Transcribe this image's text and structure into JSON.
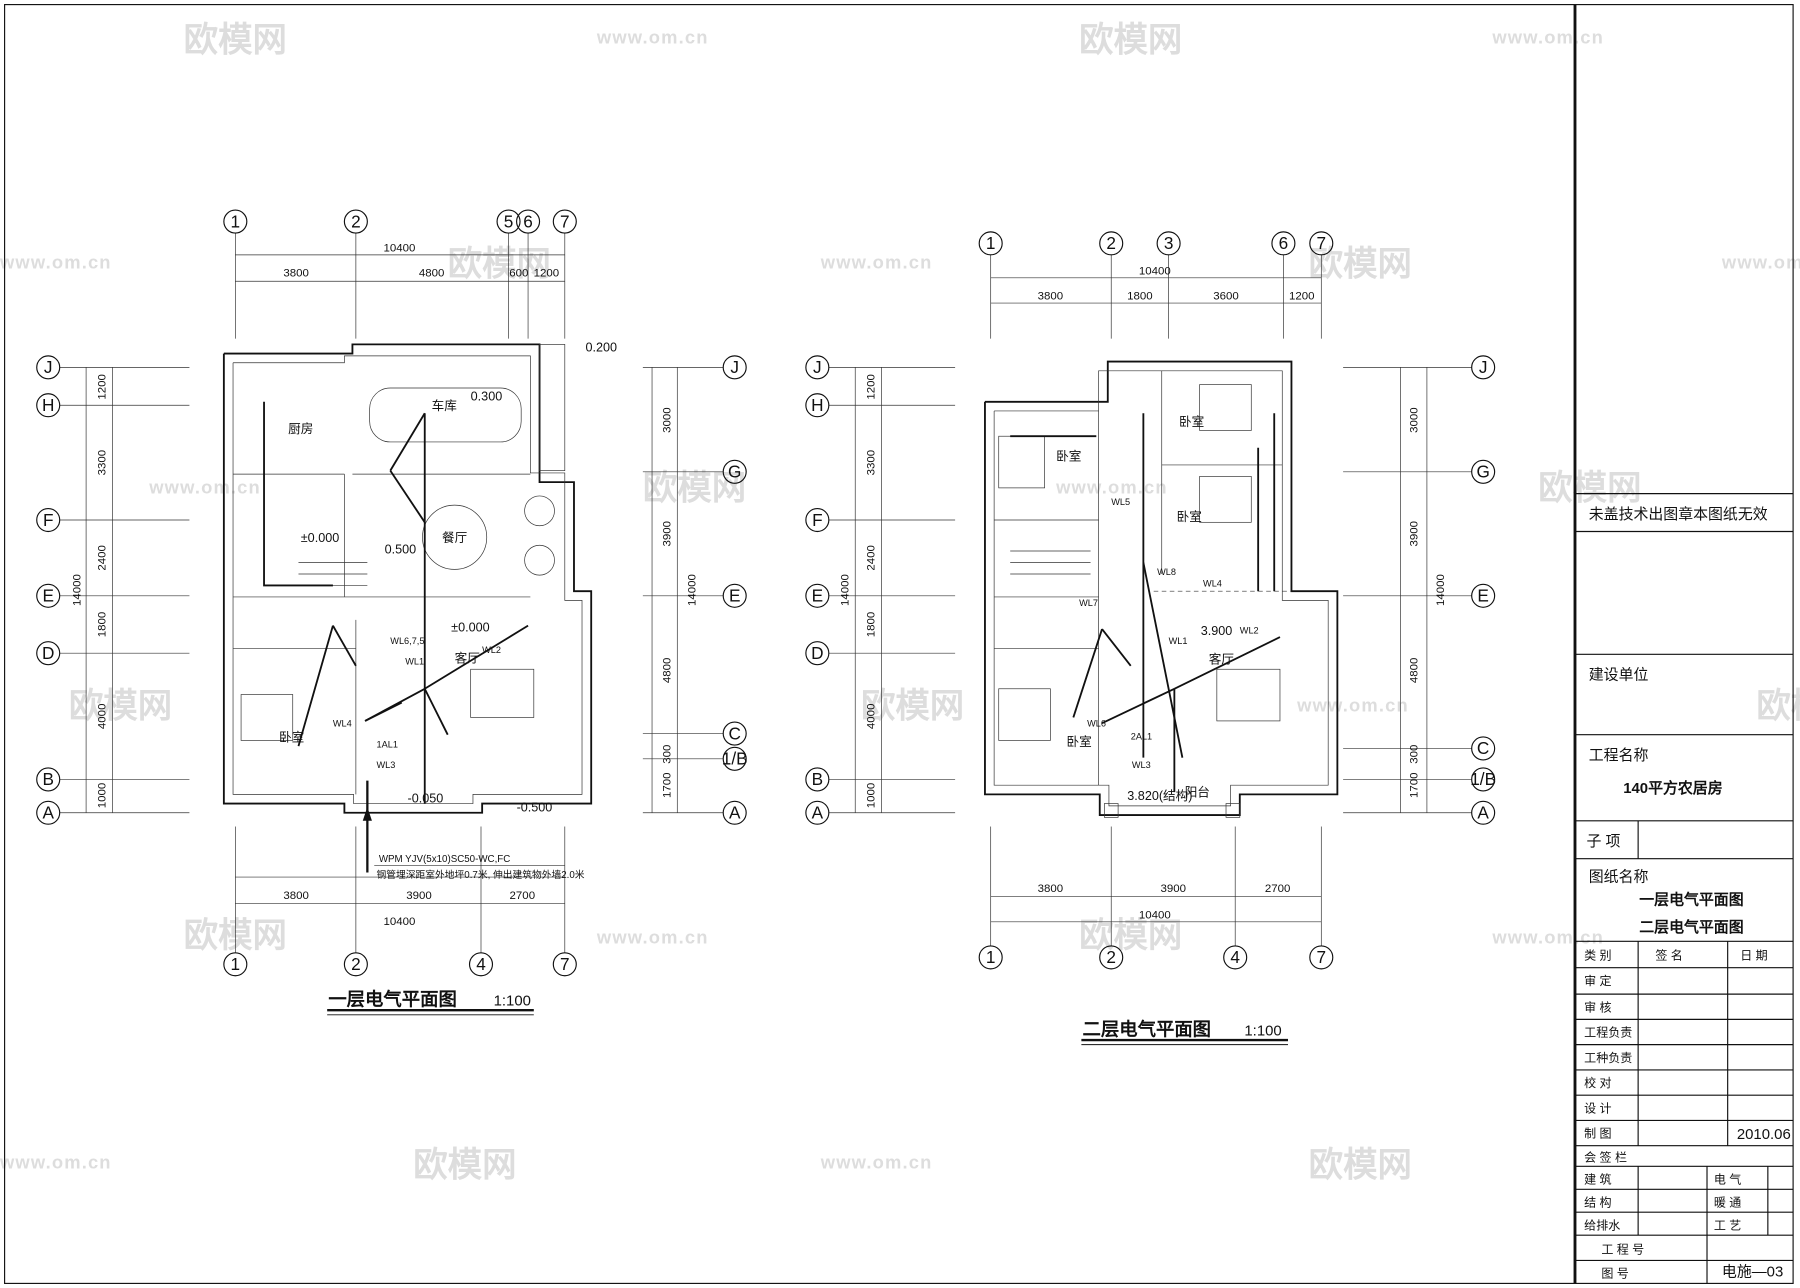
{
  "watermarks": {
    "brand": "欧模网",
    "url": "www.om.cn"
  },
  "plan1": {
    "title": "一层电气平面图",
    "scale": "1:100",
    "axes_top": [
      "1",
      "2",
      "5",
      "6",
      "7"
    ],
    "axes_bottom": [
      "1",
      "2",
      "4",
      "7"
    ],
    "axes_left": [
      "J",
      "H",
      "F",
      "E",
      "D",
      "B",
      "A"
    ],
    "axes_right": [
      "J",
      "G",
      "E",
      "C",
      "1/B",
      "A"
    ],
    "dims_top": [
      "10400",
      "3800",
      "4800",
      "600",
      "1200"
    ],
    "dims_left": [
      "1200",
      "3300",
      "2400",
      "1800",
      "4000",
      "1000",
      "14000"
    ],
    "dims_right": [
      "3000",
      "3900",
      "14000",
      "4800",
      "300",
      "1700"
    ],
    "dims_bottom": [
      "3800",
      "3900",
      "2700",
      "10400"
    ],
    "rooms": [
      "厨房",
      "车库",
      "餐厅",
      "客厅",
      "卧室"
    ],
    "elevations": [
      "±0.000",
      "0.500",
      "±0.000",
      "-0.050",
      "-0.500",
      "0.200",
      "0.300"
    ],
    "circuits": [
      "WL6,7,5",
      "WL1",
      "WL2",
      "WL4",
      "1AL1",
      "WL3"
    ],
    "note_line1": "WPM   YJV(5x10)SC50-WC,FC",
    "note_line2": "钢管埋深距室外地坪0.7米, 伸出建筑物外墙2.0米"
  },
  "plan2": {
    "title": "二层电气平面图",
    "scale": "1:100",
    "axes_top": [
      "1",
      "2",
      "3",
      "6",
      "7"
    ],
    "axes_bottom": [
      "1",
      "2",
      "4",
      "7"
    ],
    "axes_left": [
      "J",
      "H",
      "F",
      "E",
      "D",
      "B",
      "A"
    ],
    "axes_right": [
      "J",
      "G",
      "E",
      "C",
      "1/B",
      "A"
    ],
    "dims_top": [
      "10400",
      "3800",
      "1800",
      "3600",
      "1200"
    ],
    "dims_left": [
      "1200",
      "3300",
      "2400",
      "1800",
      "4000",
      "1000",
      "14000"
    ],
    "dims_right": [
      "3000",
      "3900",
      "14000",
      "4800",
      "300",
      "1700"
    ],
    "dims_bottom": [
      "3800",
      "3900",
      "2700",
      "10400"
    ],
    "rooms": [
      "卧室",
      "卧室",
      "卧室",
      "客厅",
      "卧室",
      "阳台"
    ],
    "elevations": [
      "3.900",
      "3.820(结构)"
    ],
    "circuits": [
      "WL5",
      "WL8",
      "WL4",
      "WL7",
      "WL1",
      "WL2",
      "WL6",
      "2AL1",
      "WL3"
    ]
  },
  "title_block": {
    "stamp_notice": "未盖技术出图章本图纸无效",
    "client_label": "建设单位",
    "project_label": "工程名称",
    "project_name": "140平方农居房",
    "subitem_label": "子  项",
    "drawing_label": "图纸名称",
    "drawing_names": [
      "一层电气平面图",
      "二层电气平面图"
    ],
    "header": [
      "类    别",
      "签       名",
      "日    期"
    ],
    "roles": [
      "审    定",
      "审    核",
      "工程负责",
      "工种负责",
      "校    对",
      "设    计",
      "制    图"
    ],
    "date": "2010.06",
    "countersign_label": "会 签 栏",
    "countersign": [
      [
        "建  筑",
        "电  气"
      ],
      [
        "结  构",
        "暖  通"
      ],
      [
        "给排水",
        "工  艺"
      ]
    ],
    "project_no_label": "工  程  号",
    "drawing_no_label": "图       号",
    "drawing_no": "电施—03"
  }
}
